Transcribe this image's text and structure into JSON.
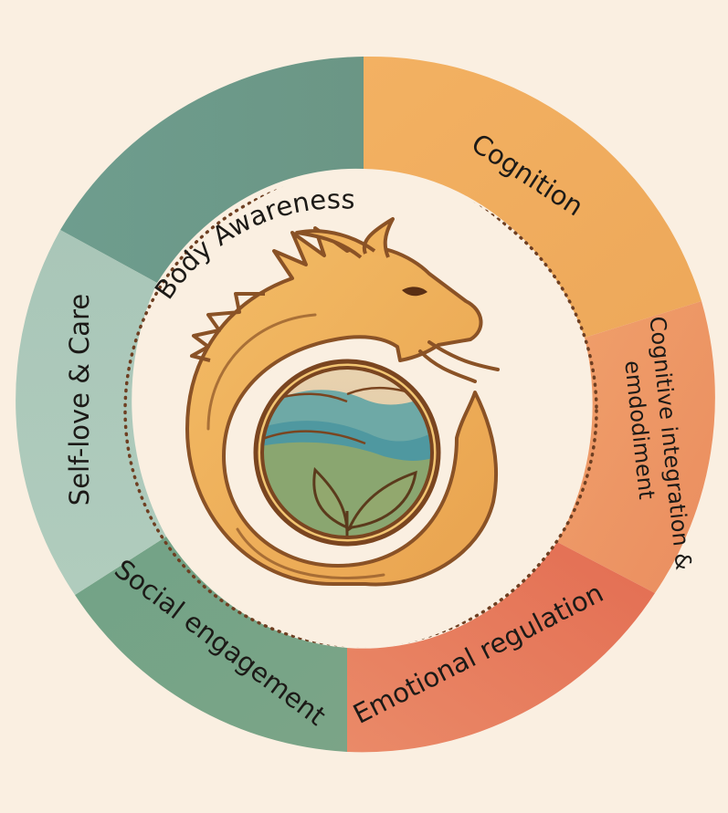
{
  "diagram": {
    "center_logo": "dragon-emblem-icon",
    "segments": [
      {
        "id": "body_awareness",
        "label": "Body Awareness",
        "color": "#6f9d8c"
      },
      {
        "id": "cognition",
        "label": "Cognition",
        "color": "#f0ae5c"
      },
      {
        "id": "cognitive_integration",
        "label_line1": "Cognitive integration &",
        "label_line2": "emdodiment",
        "color": "#ed9765"
      },
      {
        "id": "emotional_regulation",
        "label": "Emotional regulation",
        "color": "#e8805e"
      },
      {
        "id": "social_engagement",
        "label": "Social engagement",
        "color": "#76a286"
      },
      {
        "id": "self_love",
        "label": "Self-love & Care",
        "color": "#abc8b7"
      }
    ]
  }
}
